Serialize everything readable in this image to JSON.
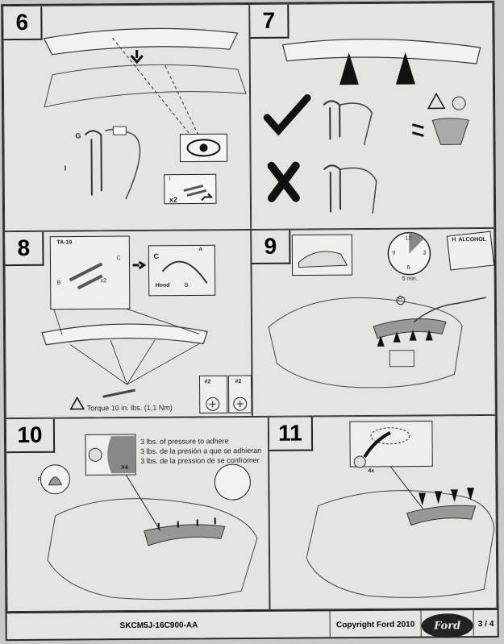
{
  "steps": {
    "s6": "6",
    "s7": "7",
    "s8": "8",
    "s9": "9",
    "s10": "10",
    "s11": "11"
  },
  "callouts": {
    "g": "G",
    "i": "I",
    "i_small": "I",
    "x2_a": "x2",
    "ta19": "TA-19",
    "b": "B",
    "c": "C",
    "x2_b": "x2",
    "c2": "C",
    "a": "A",
    "hood": "Hood",
    "b2": "B",
    "h": "H",
    "alcohol": "ALCOHOL",
    "h_box": "H",
    "clock_12": "12",
    "clock_3": "3",
    "clock_6": "6",
    "clock_9": "9",
    "five_min": "5 min.",
    "torque": "Torque 10 in. lbs. (1,1 Nm)",
    "phillips_a": "#2",
    "phillips_b": "#2",
    "f": "F",
    "x4": "X4",
    "press_en": "3 lbs. of pressure to adhere",
    "press_es": "3 lbs. de la presión a que se adhieran",
    "press_fr": "3 lbs. de la pression de se confromer",
    "four_x": "4x"
  },
  "footer": {
    "part_code": "SKCM5J-16C900-AA",
    "copyright": "Copyright Ford 2010",
    "brand": "Ford",
    "page": "3 / 4"
  }
}
